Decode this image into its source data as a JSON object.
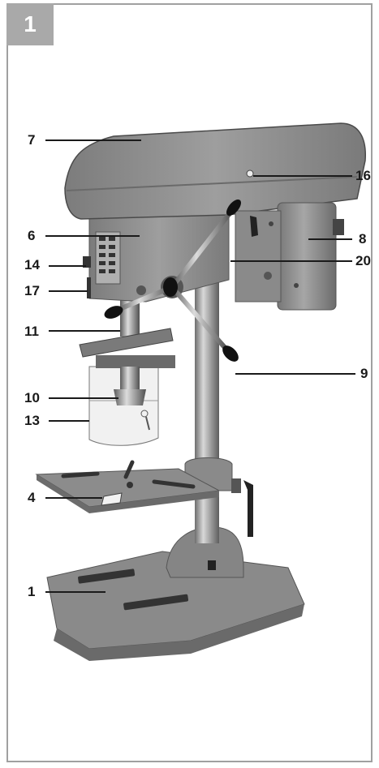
{
  "figure": {
    "number": "1"
  },
  "callouts": {
    "c7": "7",
    "c16": "16",
    "c6": "6",
    "c8": "8",
    "c14": "14",
    "c20": "20",
    "c17": "17",
    "c11": "11",
    "c9": "9",
    "c10": "10",
    "c13": "13",
    "c4": "4",
    "c1": "1"
  },
  "colors": {
    "frame": "#a0a0a0",
    "badge": "#a9a9a9",
    "machine_body": "#8f8f8f",
    "machine_dark": "#4a4a4a"
  }
}
